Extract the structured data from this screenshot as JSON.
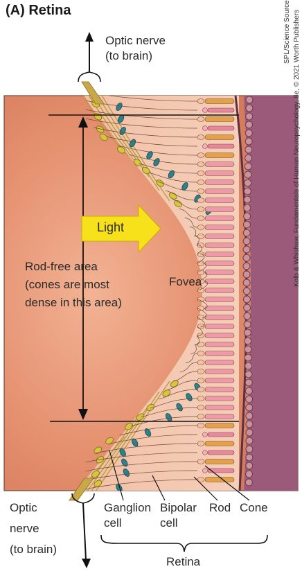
{
  "figure": {
    "panel_title": "(A)  Retina",
    "labels": {
      "optic_nerve_top_line1": "Optic nerve",
      "optic_nerve_top_line2": "(to brain)",
      "light": "Light",
      "rod_free_line1": "Rod-free area",
      "rod_free_line2": "(cones are most",
      "rod_free_line3": "dense in this area)",
      "fovea": "Fovea",
      "optic_nerve_bottom_line1": "Optic",
      "optic_nerve_bottom_line2": "nerve",
      "optic_nerve_bottom_line3": "(to brain)",
      "ganglion_line1": "Ganglion",
      "ganglion_line2": "cell",
      "bipolar_line1": "Bipolar",
      "bipolar_line2": "cell",
      "rod": "Rod",
      "cone": "Cone",
      "retina": "Retina"
    },
    "credit_line1": "SPL/Science Source",
    "credit_line2": "Kolb & Whishaw, Fundamentals of Human Neuropsychology, 8e, © 2021 Worth Publishers"
  },
  "colors": {
    "background_tissue": "#e59a7a",
    "pigment_layer": "#9a5577",
    "nerve_fibers": "#c9a84a",
    "ganglion": "#d6c13a",
    "bipolar": "#2b7c86",
    "rod": "#e58a9a",
    "cone": "#e3a24a",
    "light_arrow": "#f7e11a"
  }
}
